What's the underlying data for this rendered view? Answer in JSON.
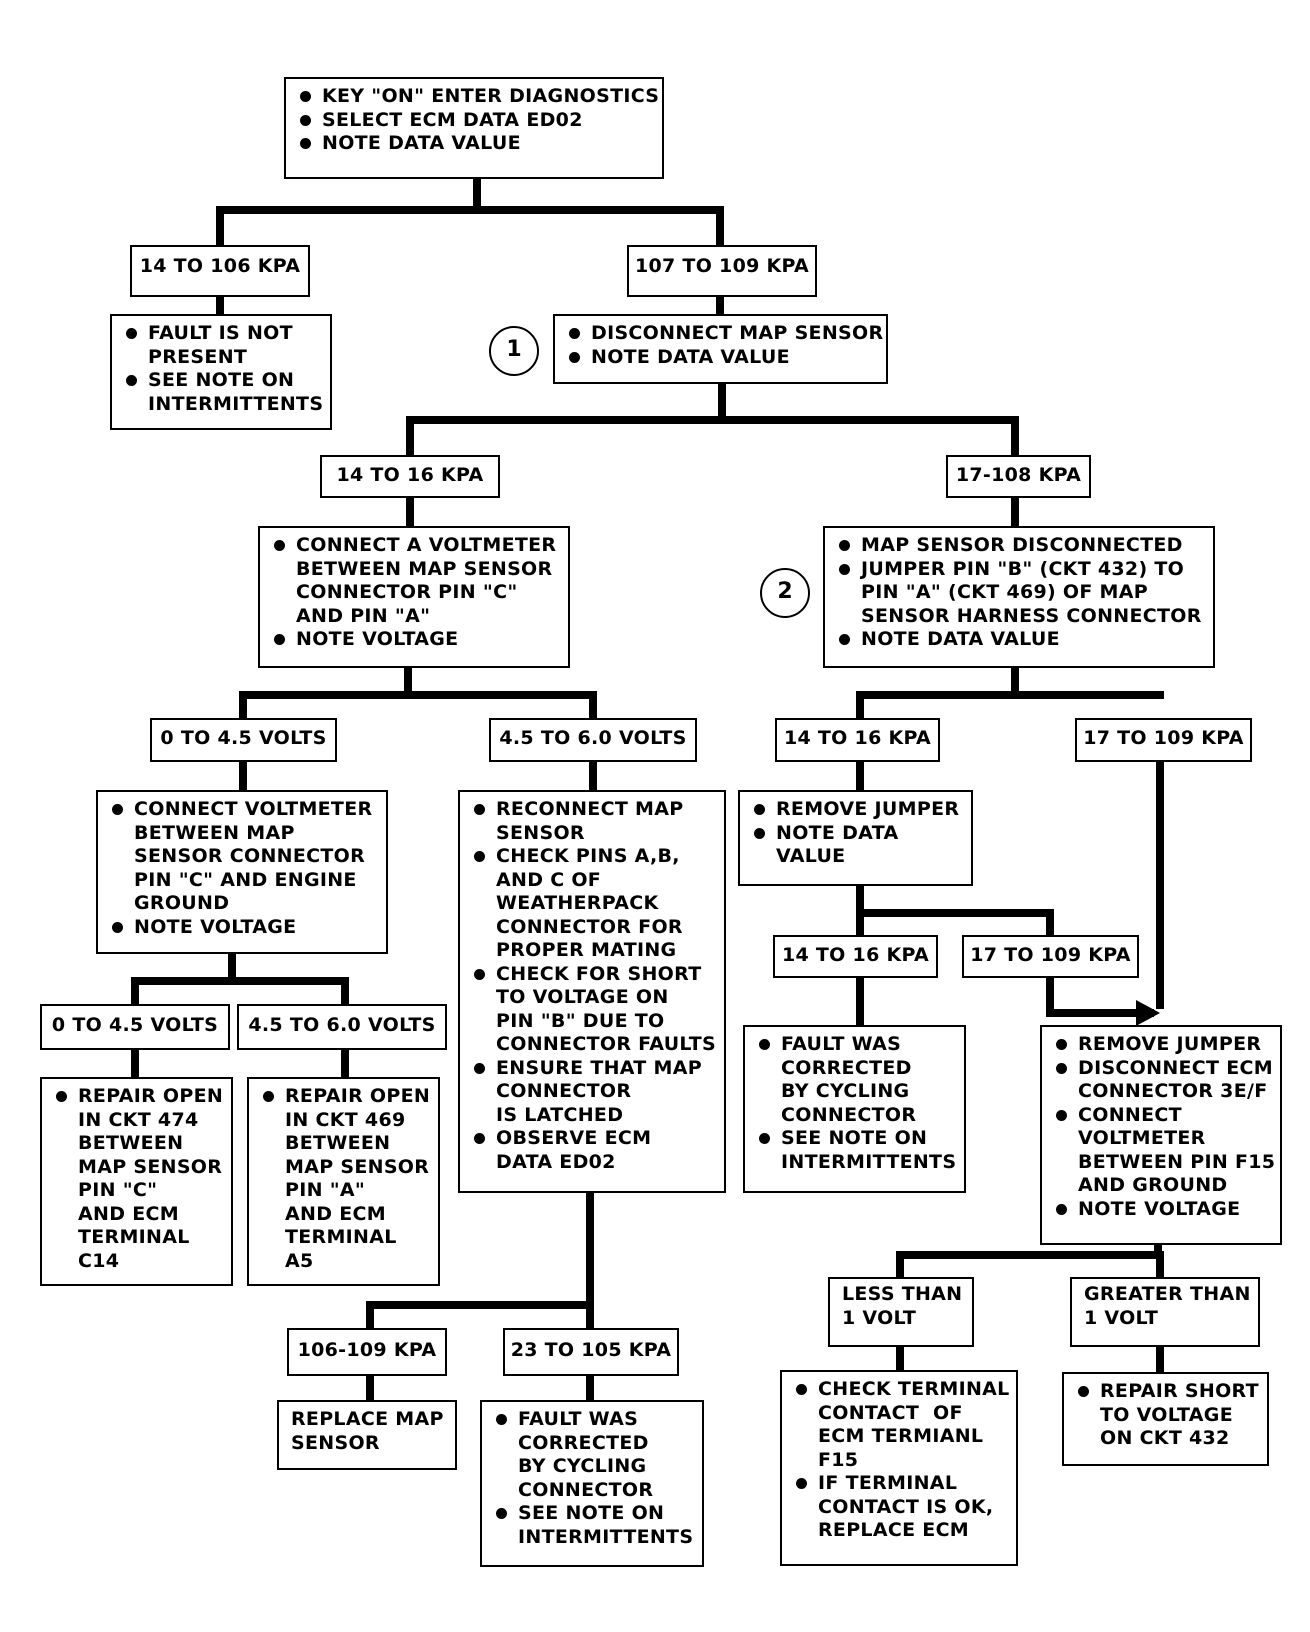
{
  "diagram": {
    "start": [
      "KEY \"ON\" ENTER DIAGNOSTICS",
      "SELECT ECM DATA ED02",
      "NOTE DATA VALUE"
    ],
    "branch_14_106": "14 TO 106 KPA",
    "branch_107_109": "107 TO 109 KPA",
    "fault_not_present": [
      "FAULT IS NOT",
      "PRESENT",
      "SEE NOTE ON",
      "INTERMITTENTS"
    ],
    "step1_number": "1",
    "disconnect_map": [
      "DISCONNECT MAP SENSOR",
      "NOTE DATA VALUE"
    ],
    "branch_14_16_a": "14 TO 16 KPA",
    "branch_17_108": "17-108 KPA",
    "connect_voltmeter_a": [
      "CONNECT A VOLTMETER",
      "BETWEEN MAP SENSOR",
      "CONNECTOR PIN \"C\"",
      "AND PIN \"A\"",
      "NOTE VOLTAGE"
    ],
    "step2_number": "2",
    "jumper_test": [
      "MAP SENSOR DISCONNECTED",
      "JUMPER PIN \"B\" (CKT 432) TO",
      "PIN \"A\" (CKT 469) OF MAP",
      "SENSOR HARNESS CONNECTOR",
      "NOTE DATA VALUE"
    ],
    "branch_0_45_a": "0 TO 4.5 VOLTS",
    "branch_45_60_a": "4.5 TO 6.0 VOLTS",
    "branch_14_16_b": "14 TO 16 KPA",
    "branch_17_109_a": "17 TO 109 KPA",
    "connect_voltmeter_ground": [
      "CONNECT VOLTMETER",
      "BETWEEN MAP",
      "SENSOR CONNECTOR",
      "PIN \"C\" AND ENGINE",
      "GROUND",
      "NOTE VOLTAGE"
    ],
    "reconnect_map": [
      "RECONNECT MAP",
      "SENSOR",
      "CHECK PINS A,B,",
      "AND C OF",
      "WEATHERPACK",
      "CONNECTOR FOR",
      "PROPER MATING",
      "CHECK FOR SHORT",
      "TO VOLTAGE ON",
      "PIN \"B\" DUE TO",
      "CONNECTOR FAULTS",
      "ENSURE THAT MAP",
      "CONNECTOR",
      "IS LATCHED",
      "OBSERVE ECM",
      "DATA ED02"
    ],
    "remove_jumper_a": [
      "REMOVE JUMPER",
      "NOTE DATA",
      "VALUE"
    ],
    "branch_14_16_c": "14 TO 16 KPA",
    "branch_17_109_b": "17 TO 109 KPA",
    "branch_0_45_b": "0 TO 4.5 VOLTS",
    "branch_45_60_b": "4.5 TO 6.0 VOLTS",
    "repair_open_474": [
      "REPAIR OPEN",
      "IN CKT 474",
      "BETWEEN",
      "MAP SENSOR",
      "PIN \"C\"",
      "AND ECM",
      "TERMINAL",
      "C14"
    ],
    "repair_open_469": [
      "REPAIR OPEN",
      "IN CKT 469",
      "BETWEEN",
      "MAP SENSOR",
      "PIN \"A\"",
      "AND ECM",
      "TERMINAL",
      "A5"
    ],
    "fault_corrected_a": [
      "FAULT WAS",
      "CORRECTED",
      "BY CYCLING",
      "CONNECTOR",
      "SEE NOTE ON",
      "INTERMITTENTS"
    ],
    "remove_jumper_b": [
      "REMOVE JUMPER",
      "DISCONNECT ECM",
      "CONNECTOR 3E/F",
      "CONNECT",
      "VOLTMETER",
      "BETWEEN PIN F15",
      "AND GROUND",
      "NOTE VOLTAGE"
    ],
    "branch_106_109": "106-109 KPA",
    "branch_23_105": "23 TO 105 KPA",
    "replace_map": [
      "REPLACE MAP",
      "SENSOR"
    ],
    "fault_corrected_b": [
      "FAULT WAS",
      "CORRECTED",
      "BY CYCLING",
      "CONNECTOR",
      "SEE NOTE ON",
      "INTERMITTENTS"
    ],
    "less_than_1v": [
      "LESS THAN",
      "1 VOLT"
    ],
    "greater_than_1v": [
      "GREATER THAN",
      "1 VOLT"
    ],
    "check_terminal": [
      "CHECK TERMINAL",
      "CONTACT  OF",
      "ECM TERMIANL",
      "F15",
      "IF TERMINAL",
      "CONTACT IS OK,",
      "REPLACE ECM"
    ],
    "repair_short": [
      "REPAIR SHORT",
      "TO VOLTAGE",
      "ON CKT 432"
    ]
  }
}
